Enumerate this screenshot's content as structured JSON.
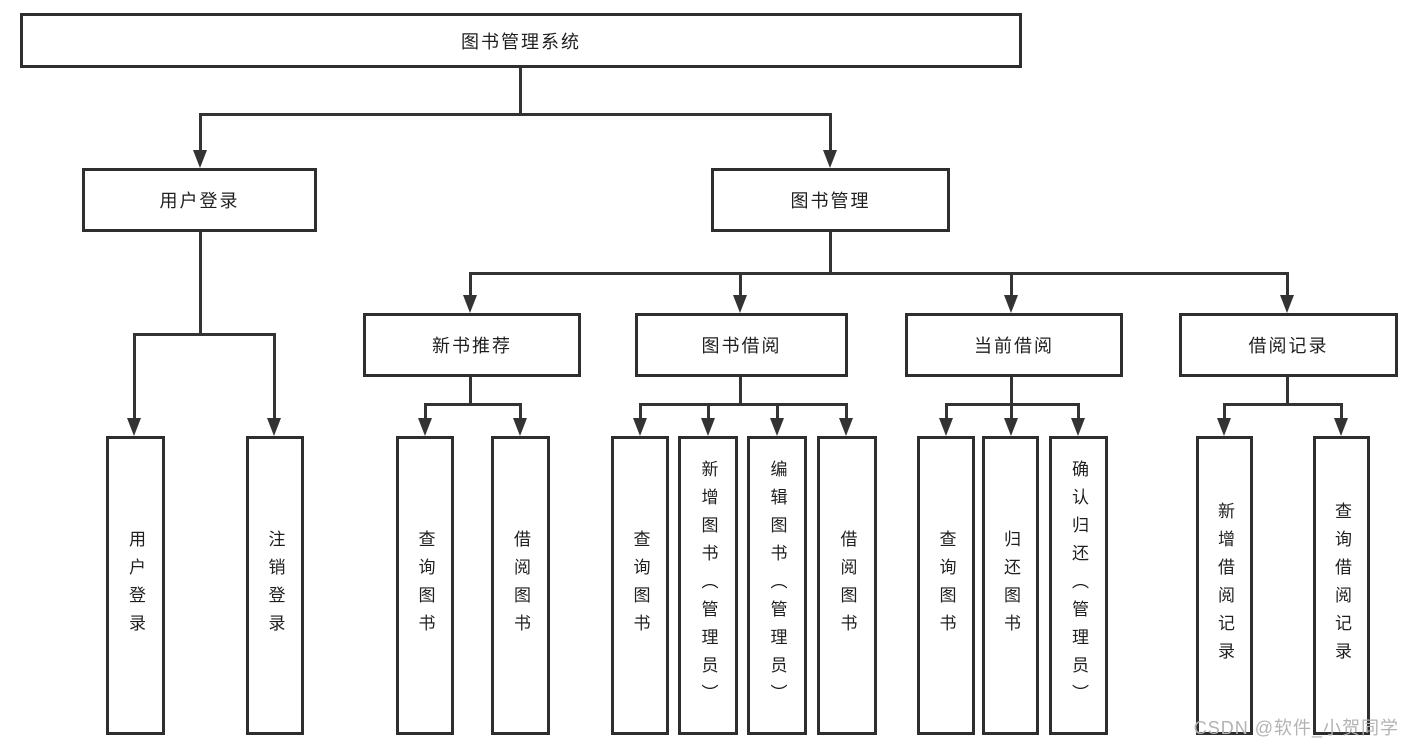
{
  "nodes": {
    "root": "图书管理系统",
    "level2": [
      "用户登录",
      "图书管理"
    ],
    "level3": [
      "新书推荐",
      "图书借阅",
      "当前借阅",
      "借阅记录"
    ],
    "leaves": [
      "用户登录",
      "注销登录",
      "查询图书",
      "借阅图书",
      "查询图书",
      "新增图书（管理员）",
      "编辑图书（管理员）",
      "借阅图书",
      "查询图书",
      "归还图书",
      "确认归还（管理员）",
      "新增借阅记录",
      "查询借阅记录"
    ]
  },
  "hierarchy": {
    "图书管理系统": [
      "用户登录",
      "图书管理"
    ],
    "用户登录": [
      "用户登录",
      "注销登录"
    ],
    "图书管理": [
      "新书推荐",
      "图书借阅",
      "当前借阅",
      "借阅记录"
    ],
    "新书推荐": [
      "查询图书",
      "借阅图书"
    ],
    "图书借阅": [
      "查询图书",
      "新增图书（管理员）",
      "编辑图书（管理员）",
      "借阅图书"
    ],
    "当前借阅": [
      "查询图书",
      "归还图书",
      "确认归还（管理员）"
    ],
    "借阅记录": [
      "新增借阅记录",
      "查询借阅记录"
    ]
  },
  "watermark": "CSDN @软件_小贺同学",
  "colors": {
    "line": "#333333",
    "box_border": "#2e2e2e",
    "text": "#1f1f1f",
    "watermark": "#b3b3b3",
    "background": "#ffffff"
  }
}
